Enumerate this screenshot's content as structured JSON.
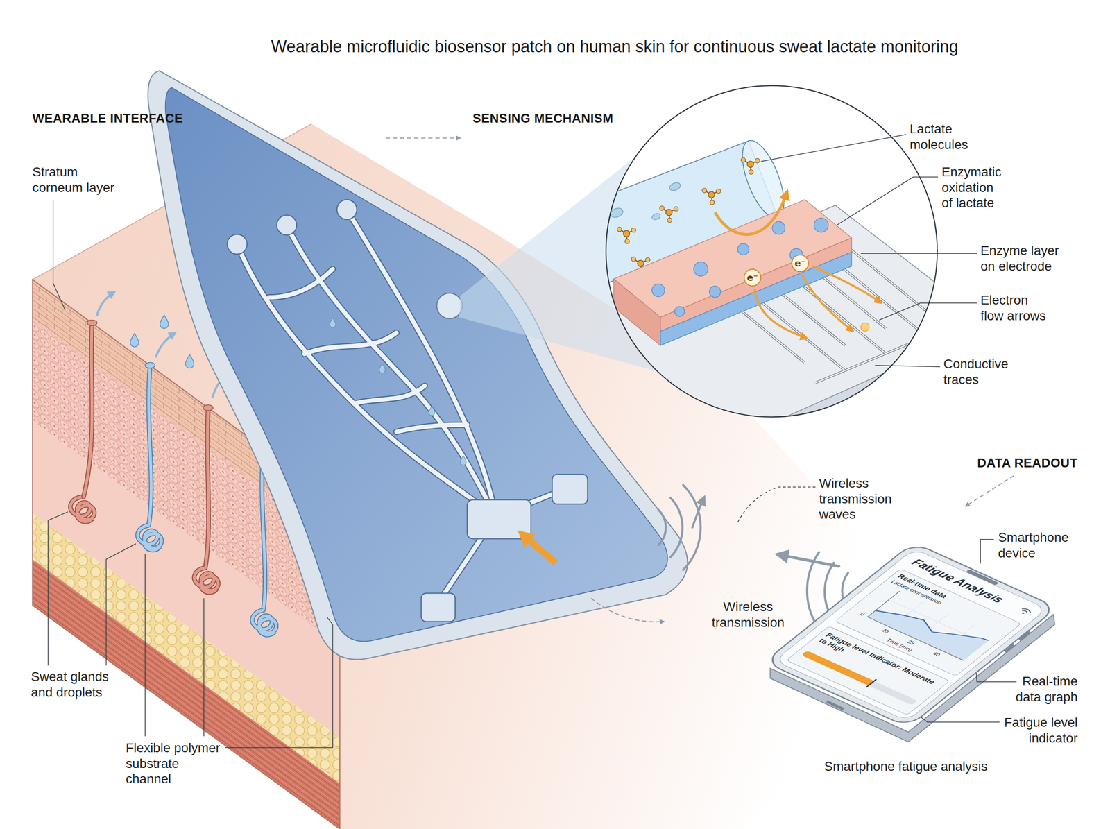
{
  "diagram": {
    "title": "Wearable microfluidic biosensor patch on human skin for continuous sweat lactate monitoring",
    "nodes": [
      {
        "text": [
          "e⁻"
        ]
      },
      {
        "text": [
          "e⁻"
        ]
      },
      {
        "text": [
          "Fatigue Analysis"
        ]
      },
      {
        "text": [
          "Real-time data",
          "Lactate concentration",
          "0",
          "20",
          "35",
          "40",
          "Time (min)"
        ],
        "in": 2
      },
      {
        "text": [
          "Fatigue level Indicator: Moderate to High"
        ],
        "in": 2
      }
    ],
    "labels": [
      "WEARABLE INTERFACE",
      "SENSING MECHANISM",
      "Stratum corneum layer",
      "Lactate molecules",
      "Enzymatic oxidation of lactate",
      "Enzyme layer on electrode",
      "Electron flow arrows",
      "Conductive traces",
      "DATA READOUT",
      "Wireless transmission waves",
      "Smartphone device",
      "Wireless transmission",
      "Sweat glands and droplets",
      "Real-time data graph",
      "Fatigue level indicator",
      "Flexible polymer substrate channel",
      "Smartphone fatigue analysis"
    ]
  }
}
